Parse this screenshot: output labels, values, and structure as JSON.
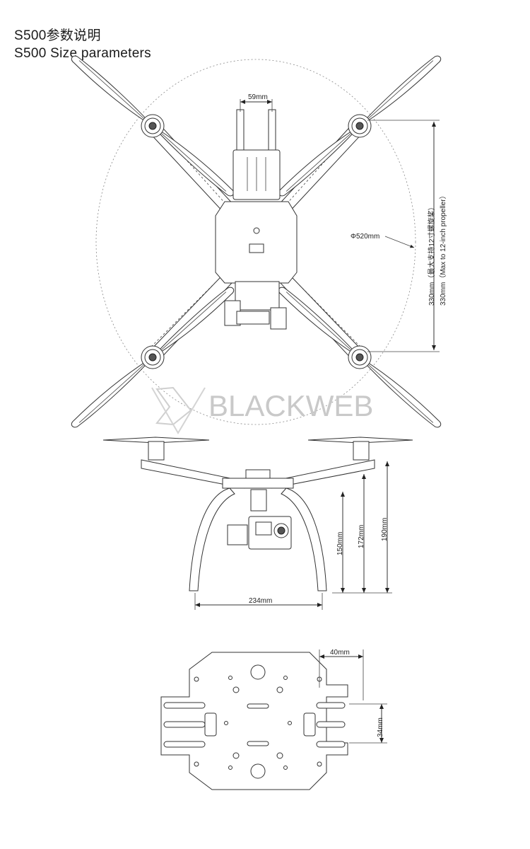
{
  "header": {
    "title_cn": "S500参数说明",
    "title_en": "S500 Size parameters"
  },
  "top_view": {
    "motor_spacing_label": "59mm",
    "diameter_label": "Φ520mm",
    "side_label_cn": "330mm（最大支持12寸螺旋桨）",
    "side_label_en": "330mm（Max to 12-inch propeller）"
  },
  "watermark": {
    "text": "BLACKWEB"
  },
  "side_view": {
    "height_150": "150mm",
    "height_172": "172mm",
    "height_190": "190mm",
    "width_234": "234mm"
  },
  "plate_view": {
    "width_label": "40mm",
    "height_label": "34mm"
  }
}
